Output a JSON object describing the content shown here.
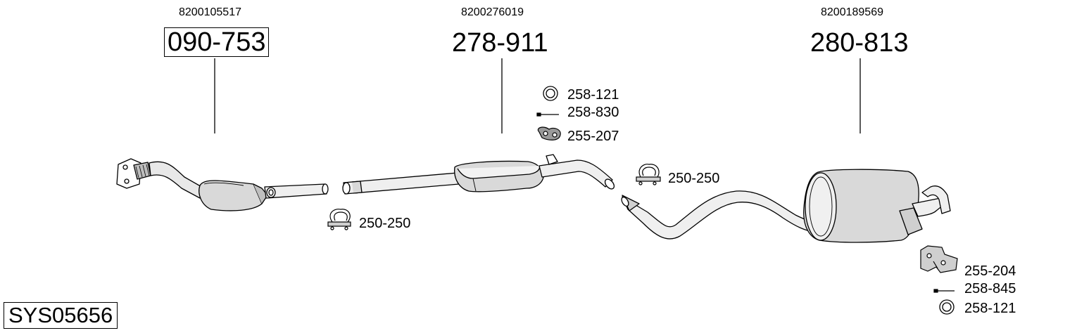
{
  "system": {
    "code": "SYS05656"
  },
  "main_parts": [
    {
      "oe_number": "8200105517",
      "part_number": "090-753"
    },
    {
      "oe_number": "8200276019",
      "part_number": "278-911"
    },
    {
      "oe_number": "8200189569",
      "part_number": "280-813"
    }
  ],
  "accessories": {
    "front_clamp": "250-250",
    "middle_group": [
      "258-121",
      "258-830",
      "255-207"
    ],
    "rear_clamp": "250-250",
    "rear_group": [
      "255-204",
      "258-845",
      "258-121"
    ]
  },
  "icons": {
    "ring": "ring-gasket-icon",
    "bolt": "bolt-icon",
    "hanger": "rubber-hanger-icon",
    "clamp": "pipe-clamp-icon",
    "bracket": "mounting-bracket-icon"
  }
}
